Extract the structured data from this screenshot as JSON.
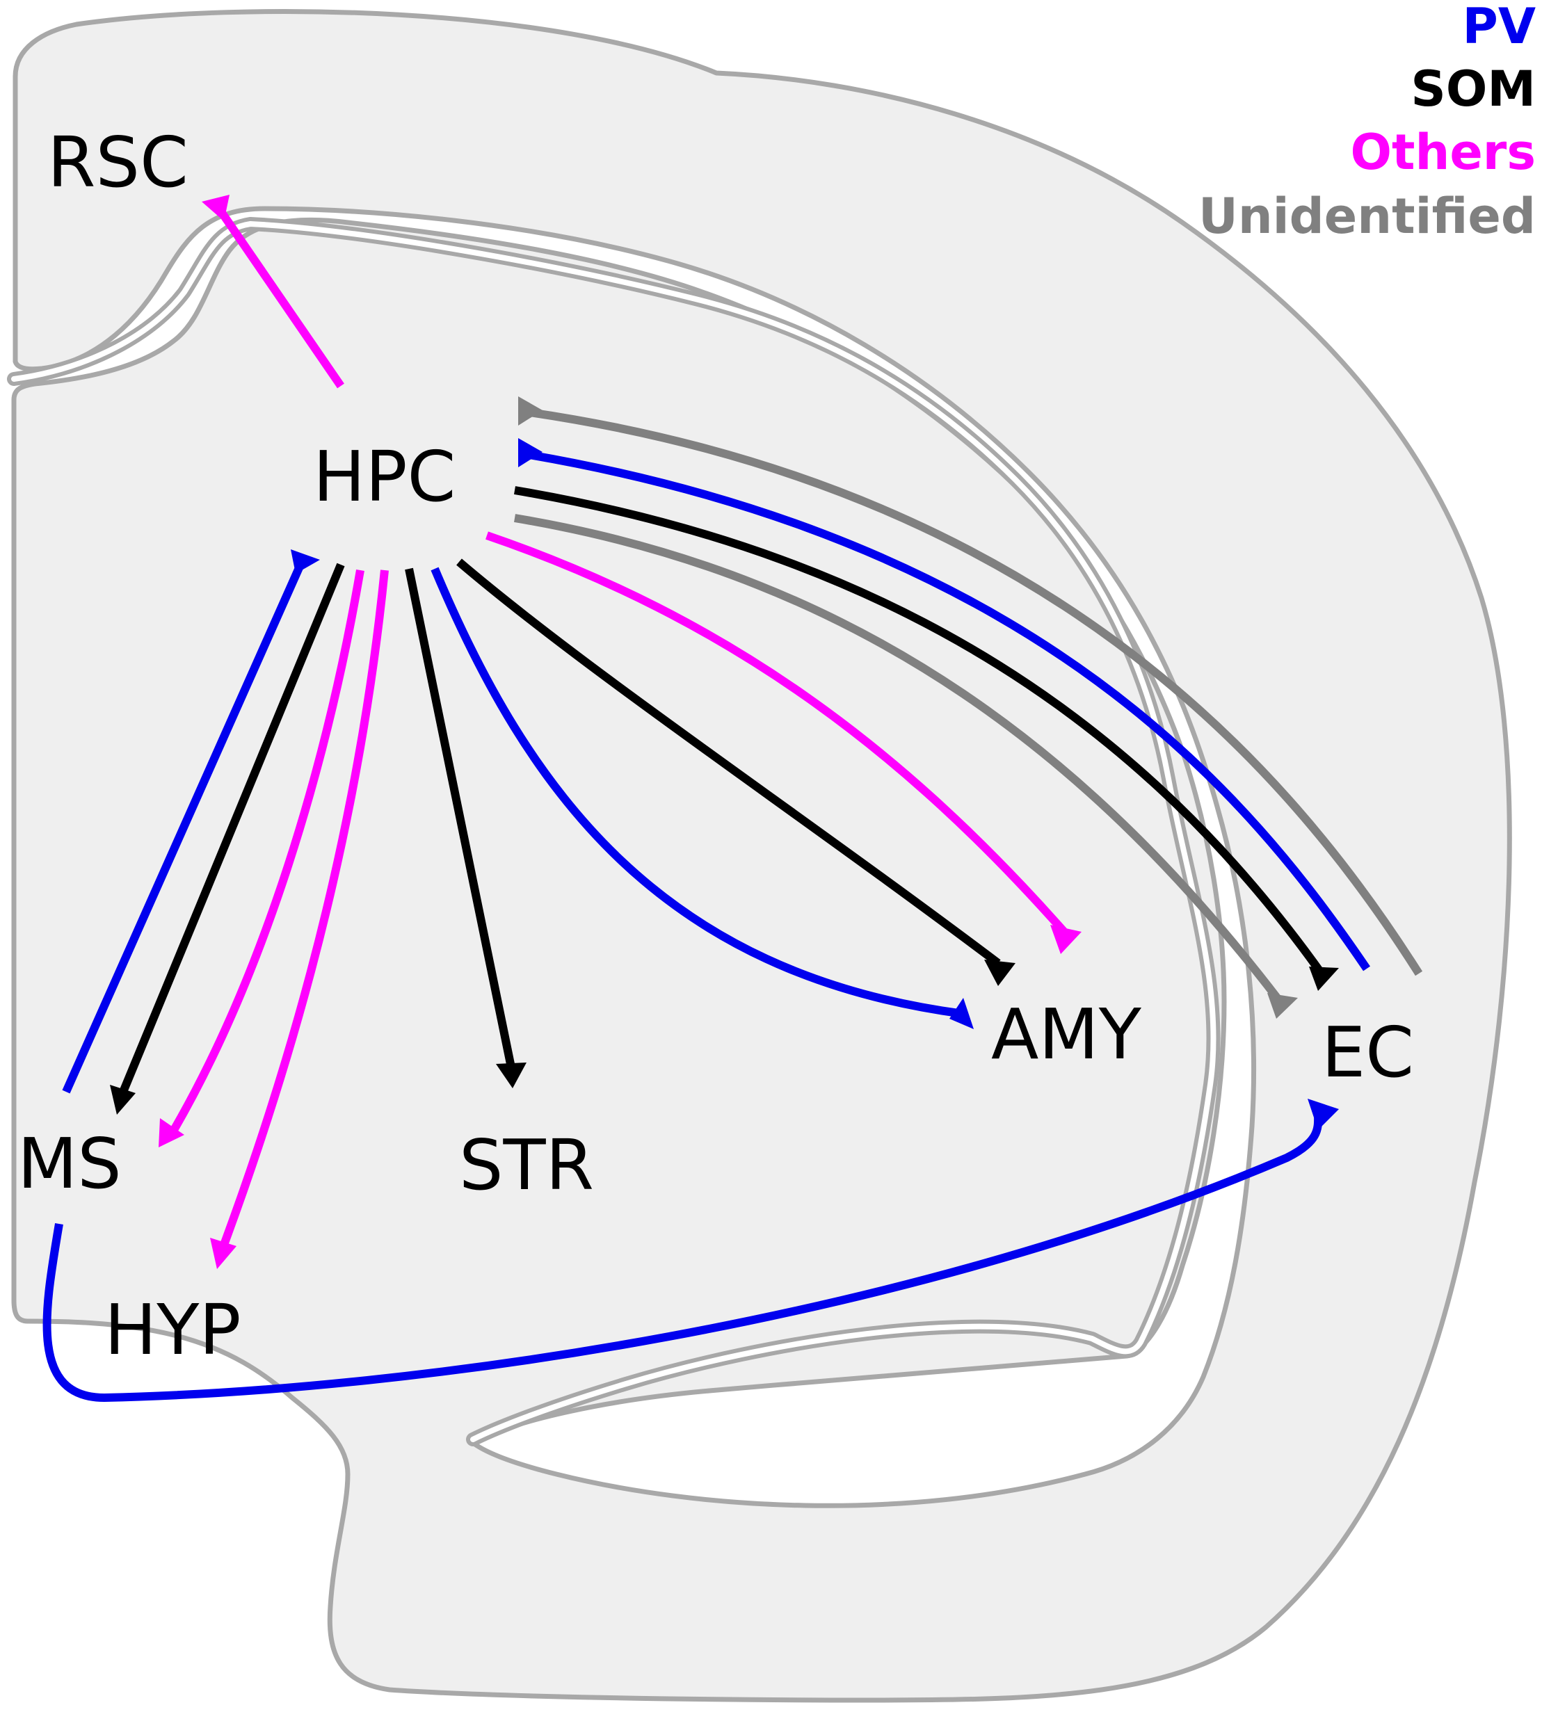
{
  "colors": {
    "PV": "#0000ee",
    "SOM": "#000000",
    "Others": "#ff00ff",
    "Unidentified": "#808080"
  },
  "legend": {
    "placement": "top-right",
    "items": [
      {
        "label": "PV",
        "color": "#0000ee"
      },
      {
        "label": "SOM",
        "color": "#000000"
      },
      {
        "label": "Others",
        "color": "#ff00ff"
      },
      {
        "label": "Unidentified",
        "color": "#808080"
      }
    ]
  },
  "regions": {
    "RSC": "RSC",
    "HPC": "HPC",
    "MS": "MS",
    "STR": "STR",
    "HYP": "HYP",
    "AMY": "AMY",
    "EC": "EC"
  },
  "projections": [
    {
      "id": "hpc-rsc-others",
      "from": "HPC",
      "to": "RSC",
      "type": "Others"
    },
    {
      "id": "hpc-ec-unidentified-outer",
      "from": "EC",
      "to": "HPC",
      "type": "Unidentified"
    },
    {
      "id": "hpc-ec-pv",
      "from": "EC",
      "to": "HPC",
      "type": "PV"
    },
    {
      "id": "hpc-ec-som",
      "from": "HPC",
      "to": "EC",
      "type": "SOM"
    },
    {
      "id": "hpc-ec-unidentified-inner",
      "from": "HPC",
      "to": "EC",
      "type": "Unidentified"
    },
    {
      "id": "hpc-amy-others",
      "from": "HPC",
      "to": "AMY",
      "type": "Others"
    },
    {
      "id": "hpc-amy-som",
      "from": "HPC",
      "to": "AMY",
      "type": "SOM"
    },
    {
      "id": "hpc-amy-pv",
      "from": "HPC",
      "to": "AMY",
      "type": "PV"
    },
    {
      "id": "hpc-str-som",
      "from": "HPC",
      "to": "STR",
      "type": "SOM"
    },
    {
      "id": "hpc-hyp-others",
      "from": "HPC",
      "to": "HYP",
      "type": "Others"
    },
    {
      "id": "hpc-ms-others",
      "from": "HPC",
      "to": "MS",
      "type": "Others"
    },
    {
      "id": "hpc-ms-som",
      "from": "HPC",
      "to": "MS",
      "type": "SOM"
    },
    {
      "id": "ms-hpc-pv",
      "from": "MS",
      "to": "HPC",
      "type": "PV"
    },
    {
      "id": "ms-ec-pv",
      "from": "MS",
      "to": "EC",
      "type": "PV"
    }
  ]
}
